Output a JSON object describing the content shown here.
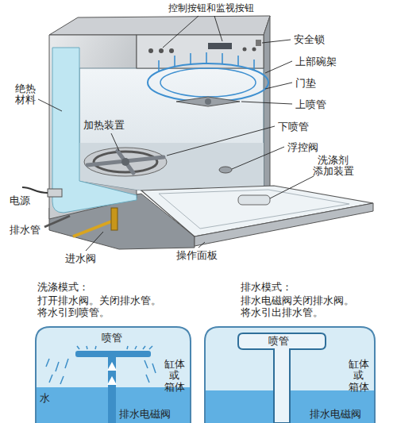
{
  "diagram": {
    "nodes": [
      {
        "text": [
          "洗涤模式：",
          "打开排水阀。关闭排水管。 将水引到喷管。",
          "喷管",
          "缸体 或 箱体",
          "水",
          "排水电磁阀"
        ]
      },
      {
        "text": [
          "排水模式：",
          "排水电磁阀关闭排水阀。 将水引出排水管。",
          "喷管",
          "缸体 或 箱体",
          "排水电磁阀"
        ]
      }
    ],
    "labels": [
      "控制按钮和监视按钮",
      "安全锁",
      "上部碗架",
      "绝热 材料",
      "门垫",
      "上喷管",
      "加热装置",
      "下喷管",
      "浮控阀",
      "洗涤剂 添加装置",
      "电源",
      "排水管",
      "操作面板",
      "进水阀"
    ]
  }
}
